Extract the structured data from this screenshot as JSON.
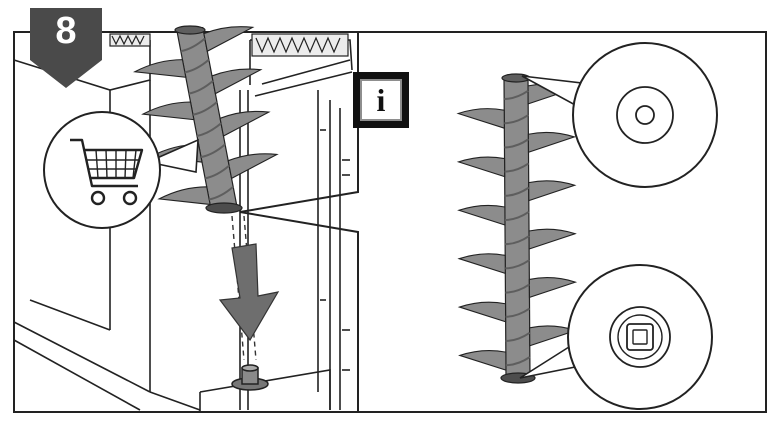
{
  "step": {
    "number": "8"
  },
  "info": {
    "letter": "i"
  },
  "colors": {
    "badge_dark": "#4a4a4a",
    "metal": "#8c8c8c",
    "metal_dark": "#5e5e5e",
    "line": "#222222",
    "arrow": "#6e6e6e"
  },
  "icons": {
    "step_badge": "pentagon-badge",
    "info": "info-icon",
    "cart": "shopping-cart-icon",
    "insert_arrow": "arrow-down-icon",
    "top_detail": "round-socket-detail",
    "bottom_detail": "square-socket-detail"
  }
}
